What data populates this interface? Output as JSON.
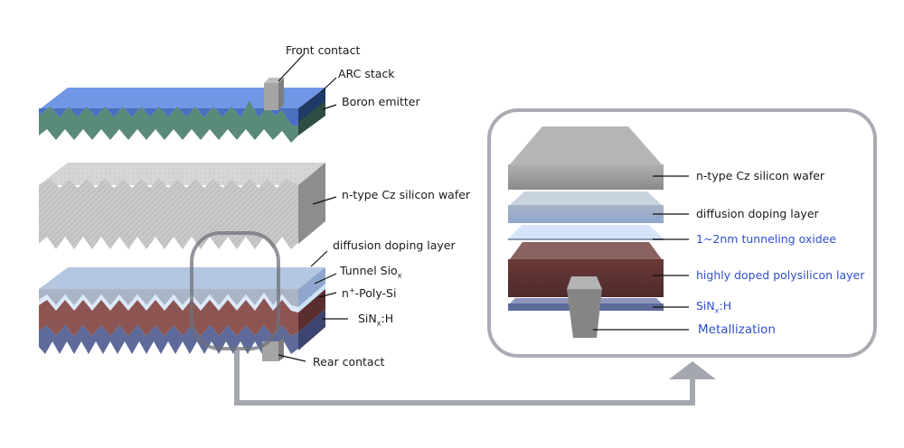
{
  "diagram": {
    "title": "TOPCon solar cell structure",
    "colors": {
      "arc_top": "#6f97e6",
      "arc_front_layer": "#4a6fbf",
      "emitter": "#5a8a78",
      "wafer": "#c8c8c8",
      "diffusion": "#b4c6e0",
      "tunnel_oxide": "#d8e6fb",
      "poly_si": "#8c5552",
      "sinx": "#5e6a9a",
      "contact": "#9a9a9a",
      "outline": "#a4a7ae",
      "blue_label": "#2e4fc9"
    },
    "front_stack_labels": [
      {
        "id": "front-contact",
        "text": "Front contact"
      },
      {
        "id": "arc-stack",
        "text": "ARC stack"
      },
      {
        "id": "boron-emitter",
        "text": "Boron emitter"
      }
    ],
    "wafer_label": {
      "id": "n-type-wafer",
      "text": "n-type Cz silicon wafer"
    },
    "rear_stack_labels": [
      {
        "id": "diffusion-doping-layer",
        "text": "diffusion doping layer"
      },
      {
        "id": "tunnel-siox",
        "text": "Tunnel Sio",
        "sub": "x"
      },
      {
        "id": "n-poly-si",
        "prefix": "n",
        "sup": "+",
        "text": "-Poly-Si"
      },
      {
        "id": "sinx-h",
        "text": "SiN",
        "sub": "x",
        "suffix": ":H"
      },
      {
        "id": "rear-contact",
        "text": "Rear contact"
      }
    ],
    "detail_labels": [
      {
        "id": "detail-wafer",
        "text": "n-type Cz silicon wafer",
        "color": "dark"
      },
      {
        "id": "detail-diffusion",
        "text": "diffusion doping layer",
        "color": "dark"
      },
      {
        "id": "detail-tunnel-oxide",
        "text": "1~2nm tunneling oxidee",
        "color": "blue"
      },
      {
        "id": "detail-polysilicon",
        "text": "highly doped polysilicon layer",
        "color": "blue"
      },
      {
        "id": "detail-sinx",
        "text": "SiN",
        "sub": "x",
        "suffix": ":H",
        "color": "blue"
      },
      {
        "id": "detail-metallization",
        "text": "Metallization",
        "color": "blue"
      }
    ]
  }
}
